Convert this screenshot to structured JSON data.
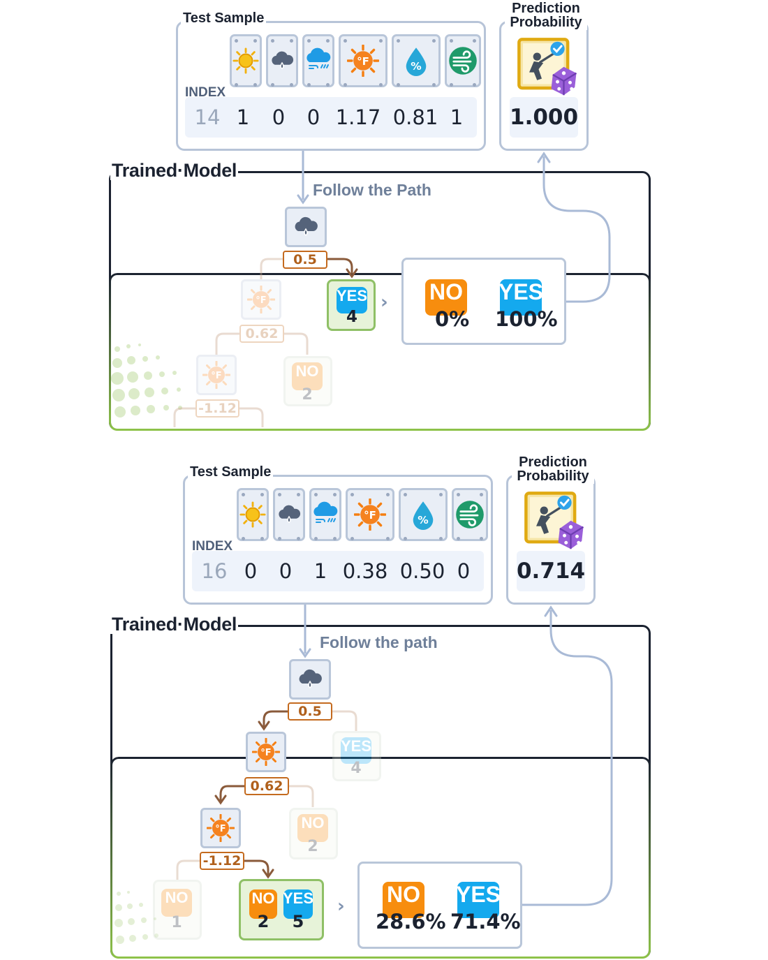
{
  "panels": [
    {
      "test_sample_label": "Test Sample",
      "index_label": "INDEX",
      "index": "14",
      "values": [
        "1",
        "0",
        "0",
        "1.17",
        "0.81",
        "1"
      ],
      "prediction_label_line1": "Prediction",
      "prediction_label_line2": "Probability",
      "probability": "1.000",
      "model_title": "Trained·Model",
      "path_label": "Follow the Path",
      "thresholds": [
        "0.5",
        "0.62",
        "-1.12"
      ],
      "leaf_yes": {
        "label": "YES",
        "count": "4"
      },
      "leaf_no": {
        "label": "NO",
        "count": "2"
      },
      "result": {
        "no_label": "NO",
        "no_pct": "0%",
        "yes_label": "YES",
        "yes_pct": "100%"
      }
    },
    {
      "test_sample_label": "Test Sample",
      "index_label": "INDEX",
      "index": "16",
      "values": [
        "0",
        "0",
        "1",
        "0.38",
        "0.50",
        "0"
      ],
      "prediction_label_line1": "Prediction",
      "prediction_label_line2": "Probability",
      "probability": "0.714",
      "model_title": "Trained·Model",
      "path_label": "Follow the path",
      "thresholds": [
        "0.5",
        "0.62",
        "-1.12"
      ],
      "leaf_yes_faded": {
        "label": "YES",
        "count": "4"
      },
      "leaf_no_faded": {
        "label": "NO",
        "count": "2"
      },
      "leaf_no_left": {
        "label": "NO",
        "count": "1"
      },
      "leaf_final": {
        "no_label": "NO",
        "no_count": "2",
        "yes_label": "YES",
        "yes_count": "5"
      },
      "result": {
        "no_label": "NO",
        "no_pct": "28.6%",
        "yes_label": "YES",
        "yes_pct": "71.4%"
      }
    }
  ],
  "feature_icons": [
    "sun-icon",
    "rain-cloud-icon",
    "storm-cloud-icon",
    "temperature-sun-icon",
    "humidity-drop-icon",
    "wind-icon"
  ],
  "colors": {
    "no": "#f78d0e",
    "yes": "#14a9ee",
    "edge": "#8a5a3a",
    "threshold": "#c46a1e",
    "frame": "#b7c4d8",
    "green": "#8ec34a"
  }
}
